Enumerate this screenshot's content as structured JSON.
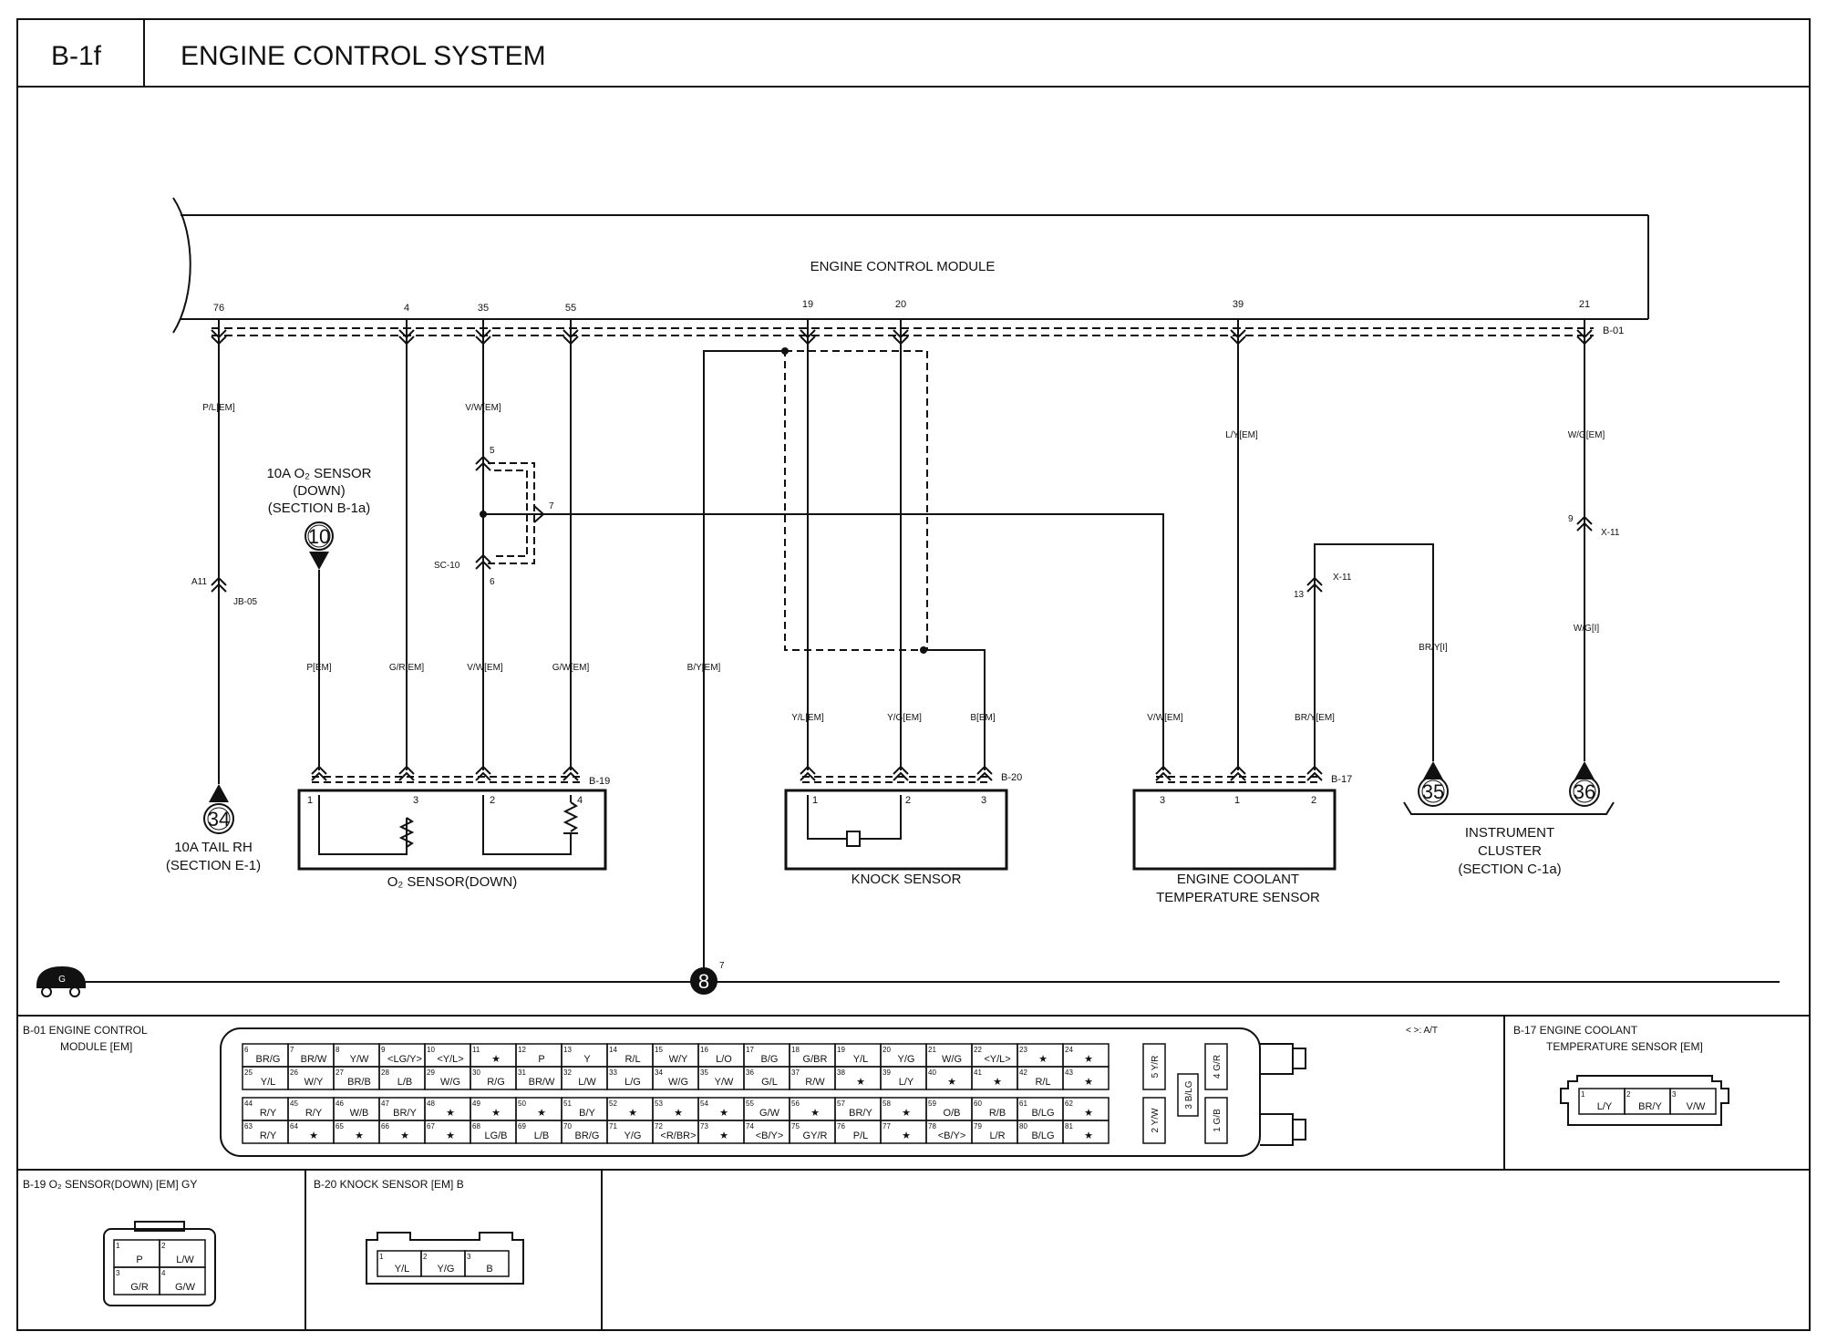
{
  "header": {
    "code": "B-1f",
    "title": "ENGINE CONTROL SYSTEM"
  },
  "ecm": {
    "label": "ENGINE CONTROL MODULE",
    "connector": "B-01",
    "pins": [
      "76",
      "4",
      "35",
      "55",
      "19",
      "20",
      "39",
      "21"
    ]
  },
  "wires": {
    "w76": "P/L[EM]",
    "w35": "V/W[EM]",
    "w39": "L/Y[EM]",
    "w21": "W/G[EM]",
    "w_sensor_p": "P[EM]",
    "w_sensor_gr": "G/R[EM]",
    "w_sensor_vw": "V/W[EM]",
    "w_sensor_gw": "G/W[EM]",
    "w_by": "B/Y[EM]",
    "w_yl": "Y/L[EM]",
    "w_yg": "Y/G[EM]",
    "w_b": "B[EM]",
    "w_ect_vw": "V/W[EM]",
    "w_ect_bry": "BR/Y[EM]",
    "w_bry_i": "BR/Y[I]",
    "w_wg_i": "W/G[I]"
  },
  "joints": {
    "a11": "A11",
    "jb05": "JB-05",
    "sc10": "SC-10",
    "sc_pin5": "5",
    "sc_pin6": "6",
    "sc_pin7": "7",
    "x11_left": "X-11",
    "x11_left_pin": "13",
    "x11_right": "X-11",
    "x11_right_pin": "9"
  },
  "refs": {
    "o2_title_1": "10A O₂ SENSOR",
    "o2_title_2": "(DOWN)",
    "o2_title_3": "(SECTION B-1a)",
    "o2_num": "10",
    "tail_num": "34",
    "tail_1": "10A TAIL RH",
    "tail_2": "(SECTION E-1)",
    "ic_num1": "35",
    "ic_num2": "36",
    "ic_1": "INSTRUMENT",
    "ic_2": "CLUSTER",
    "ic_3": "(SECTION C-1a)",
    "ground_num": "8",
    "ground_pin": "7",
    "ground_icon_letter": "G"
  },
  "components": {
    "o2": {
      "label": "O₂ SENSOR(DOWN)",
      "connector": "B-19",
      "pins": [
        "1",
        "3",
        "2",
        "4"
      ]
    },
    "knock": {
      "label": "KNOCK SENSOR",
      "connector": "B-20",
      "pins": [
        "1",
        "2",
        "3"
      ]
    },
    "ect": {
      "label_1": "ENGINE COOLANT",
      "label_2": "TEMPERATURE SENSOR",
      "connector": "B-17",
      "pins": [
        "3",
        "1",
        "2"
      ]
    }
  },
  "views": {
    "b01_title_1": "B-01 ENGINE CONTROL",
    "b01_title_2": "MODULE [EM]",
    "at_note": "< >: A/T",
    "b17_title_1": "B-17 ENGINE COOLANT",
    "b17_title_2": "TEMPERATURE SENSOR [EM]",
    "b19_title": "B-19 O₂ SENSOR(DOWN) [EM] GY",
    "b20_title": "B-20 KNOCK SENSOR [EM] B",
    "b01_rows": [
      [
        [
          "6",
          "BR/G"
        ],
        [
          "7",
          "BR/W"
        ],
        [
          "8",
          "Y/W"
        ],
        [
          "9",
          "<LG/Y>"
        ],
        [
          "10",
          "<Y/L>"
        ],
        [
          "11",
          "★"
        ],
        [
          "12",
          "P"
        ],
        [
          "13",
          "Y"
        ],
        [
          "14",
          "R/L"
        ],
        [
          "15",
          "W/Y"
        ],
        [
          "16",
          "L/O"
        ],
        [
          "17",
          "B/G"
        ],
        [
          "18",
          "G/BR"
        ],
        [
          "19",
          "Y/L"
        ],
        [
          "20",
          "Y/G"
        ],
        [
          "21",
          "W/G"
        ],
        [
          "22",
          "<Y/L>"
        ],
        [
          "23",
          "★"
        ],
        [
          "24",
          "★"
        ]
      ],
      [
        [
          "25",
          "Y/L"
        ],
        [
          "26",
          "W/Y"
        ],
        [
          "27",
          "BR/B"
        ],
        [
          "28",
          "L/B"
        ],
        [
          "29",
          "W/G"
        ],
        [
          "30",
          "R/G"
        ],
        [
          "31",
          "BR/W"
        ],
        [
          "32",
          "L/W"
        ],
        [
          "33",
          "L/G"
        ],
        [
          "34",
          "W/G"
        ],
        [
          "35",
          "Y/W"
        ],
        [
          "36",
          "G/L"
        ],
        [
          "37",
          "R/W"
        ],
        [
          "38",
          "★"
        ],
        [
          "39",
          "L/Y"
        ],
        [
          "40",
          "★"
        ],
        [
          "41",
          "★"
        ],
        [
          "42",
          "R/L"
        ],
        [
          "43",
          "★"
        ]
      ],
      [
        [
          "44",
          "R/Y"
        ],
        [
          "45",
          "R/Y"
        ],
        [
          "46",
          "W/B"
        ],
        [
          "47",
          "BR/Y"
        ],
        [
          "48",
          "★"
        ],
        [
          "49",
          "★"
        ],
        [
          "50",
          "★"
        ],
        [
          "51",
          "B/Y"
        ],
        [
          "52",
          "★"
        ],
        [
          "53",
          "★"
        ],
        [
          "54",
          "★"
        ],
        [
          "55",
          "G/W"
        ],
        [
          "56",
          "★"
        ],
        [
          "57",
          "BR/Y"
        ],
        [
          "58",
          "★"
        ],
        [
          "59",
          "O/B"
        ],
        [
          "60",
          "R/B"
        ],
        [
          "61",
          "B/LG"
        ],
        [
          "62",
          "★"
        ]
      ],
      [
        [
          "63",
          "R/Y"
        ],
        [
          "64",
          "★"
        ],
        [
          "65",
          "★"
        ],
        [
          "66",
          "★"
        ],
        [
          "67",
          "★"
        ],
        [
          "68",
          "LG/B"
        ],
        [
          "69",
          "L/B"
        ],
        [
          "70",
          "BR/G"
        ],
        [
          "71",
          "Y/G"
        ],
        [
          "72",
          "<R/BR>"
        ],
        [
          "73",
          "★"
        ],
        [
          "74",
          "<B/Y>"
        ],
        [
          "75",
          "GY/R"
        ],
        [
          "76",
          "P/L"
        ],
        [
          "77",
          "★"
        ],
        [
          "78",
          "<B/Y>"
        ],
        [
          "79",
          "L/R"
        ],
        [
          "80",
          "B/LG"
        ],
        [
          "81",
          "★"
        ]
      ]
    ],
    "b01_side": [
      [
        "5",
        "Y/R"
      ],
      [
        "4",
        "G/R"
      ],
      [
        "3",
        "B/LG"
      ],
      [
        "2",
        "Y/W"
      ],
      [
        "1",
        "G/B"
      ]
    ],
    "b17_cells": [
      [
        "1",
        "L/Y"
      ],
      [
        "2",
        "BR/Y"
      ],
      [
        "3",
        "V/W"
      ]
    ],
    "b19_cells": [
      [
        "1",
        "P"
      ],
      [
        "2",
        "L/W"
      ],
      [
        "3",
        "G/R"
      ],
      [
        "4",
        "G/W"
      ]
    ],
    "b20_cells": [
      [
        "1",
        "Y/L"
      ],
      [
        "2",
        "Y/G"
      ],
      [
        "3",
        "B"
      ]
    ]
  },
  "colors": {
    "line": "#111111",
    "background": "#ffffff"
  }
}
